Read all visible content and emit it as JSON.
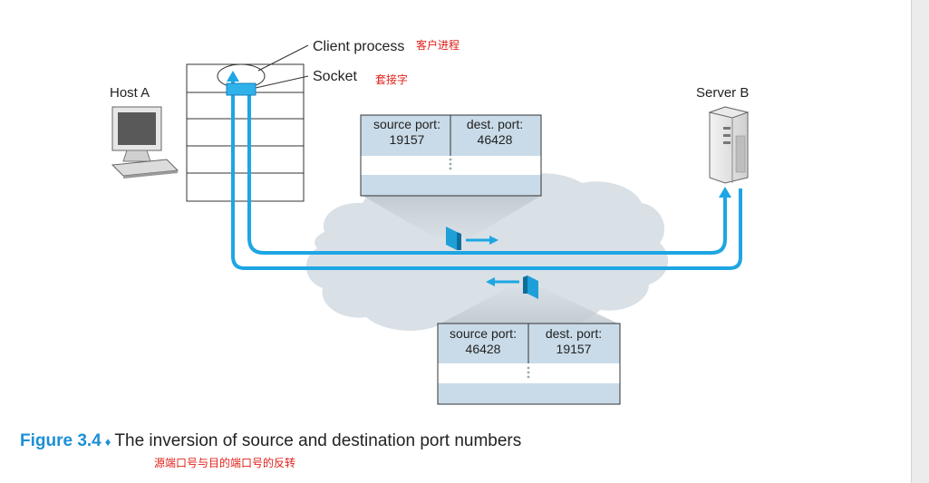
{
  "labels": {
    "client_process": "Client process",
    "client_process_cn": "客户进程",
    "socket": "Socket",
    "socket_cn": "套接字",
    "host_a": "Host A",
    "server_b": "Server B"
  },
  "segment_top": {
    "src_label": "source port:",
    "src_value": "19157",
    "dst_label": "dest. port:",
    "dst_value": "46428"
  },
  "segment_bottom": {
    "src_label": "source port:",
    "src_value": "46428",
    "dst_label": "dest. port:",
    "dst_value": "19157"
  },
  "caption": {
    "figure_label": "Figure 3.4",
    "bullet": "♦",
    "title": "The inversion of source and destination port numbers",
    "title_cn": "源端口号与目的端口号的反转"
  },
  "colors": {
    "arrow_blue": "#1da6e3",
    "packet_fill": "#c9dbe8",
    "cloud": "#d9e0e6",
    "figure_label": "#1d8fd6",
    "cn_annotation": "#e0201a"
  }
}
